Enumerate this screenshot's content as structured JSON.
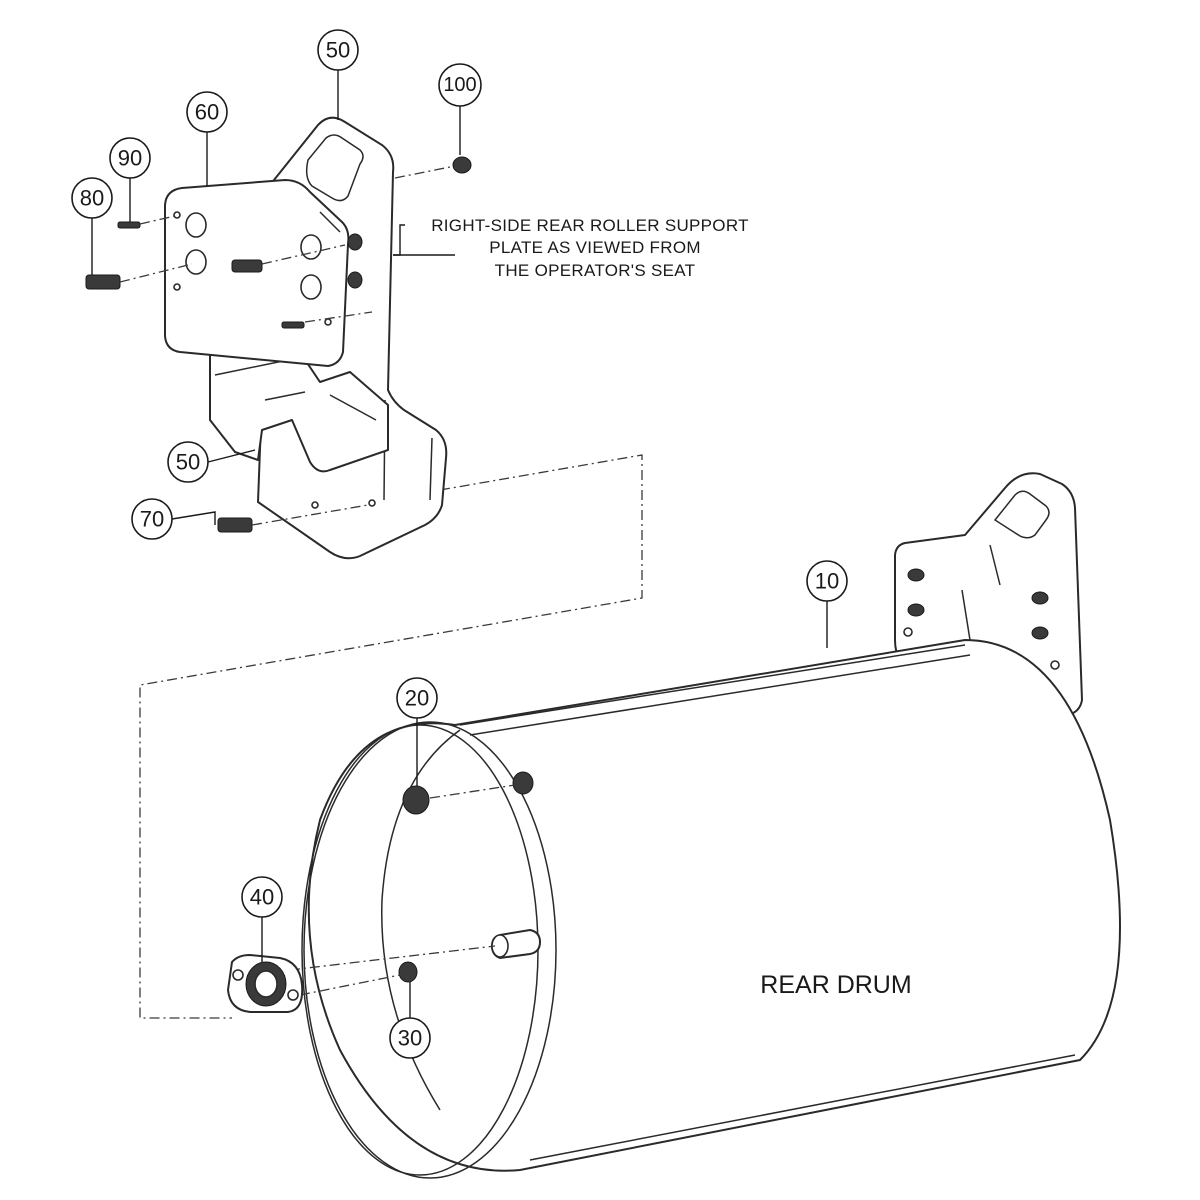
{
  "diagram": {
    "callouts": [
      {
        "id": "c50a",
        "label": "50"
      },
      {
        "id": "c100",
        "label": "100"
      },
      {
        "id": "c60",
        "label": "60"
      },
      {
        "id": "c90",
        "label": "90"
      },
      {
        "id": "c80",
        "label": "80"
      },
      {
        "id": "c50b",
        "label": "50"
      },
      {
        "id": "c70",
        "label": "70"
      },
      {
        "id": "c10",
        "label": "10"
      },
      {
        "id": "c20",
        "label": "20"
      },
      {
        "id": "c40",
        "label": "40"
      },
      {
        "id": "c30",
        "label": "30"
      }
    ],
    "note_lines": [
      "RIGHT-SIDE REAR ROLLER SUPPORT",
      "PLATE AS VIEWED FROM",
      "THE OPERATOR'S SEAT"
    ],
    "drum_label": "REAR DRUM"
  }
}
